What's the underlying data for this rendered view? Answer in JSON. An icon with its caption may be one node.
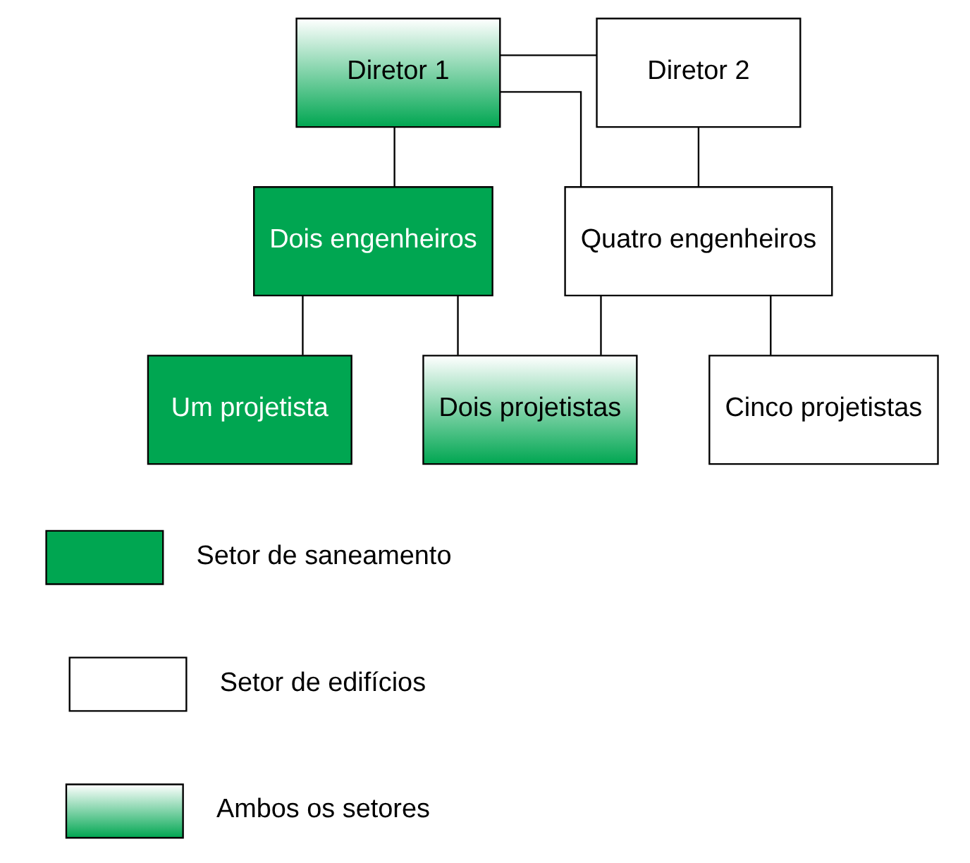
{
  "diagram": {
    "nodes": [
      {
        "text": [
          "Diretor 1"
        ]
      },
      {
        "text": [
          "Diretor 2"
        ]
      },
      {
        "text": [
          "Dois engenheiros"
        ]
      },
      {
        "text": [
          "Quatro engenheiros"
        ]
      },
      {
        "text": [
          "Um projetista"
        ]
      },
      {
        "text": [
          "Dois projetistas"
        ]
      },
      {
        "text": [
          "Cinco projetistas"
        ]
      }
    ],
    "edges": [
      {
        "from": 0,
        "to": 1,
        "arrow": "none"
      },
      {
        "from": 0,
        "to": 2,
        "arrow": "none"
      },
      {
        "from": 0,
        "to": 3,
        "arrow": "none"
      },
      {
        "from": 1,
        "to": 3,
        "arrow": "none"
      },
      {
        "from": 2,
        "to": 4,
        "arrow": "none"
      },
      {
        "from": 2,
        "to": 5,
        "arrow": "none"
      },
      {
        "from": 3,
        "to": 5,
        "arrow": "none"
      },
      {
        "from": 3,
        "to": 6,
        "arrow": "none"
      }
    ],
    "legend": [
      {
        "text": "Setor de saneamento",
        "color": "#00a651"
      },
      {
        "text": "Setor de edifícios",
        "color": "#ffffff"
      },
      {
        "text": "Ambos os setores"
      }
    ]
  }
}
